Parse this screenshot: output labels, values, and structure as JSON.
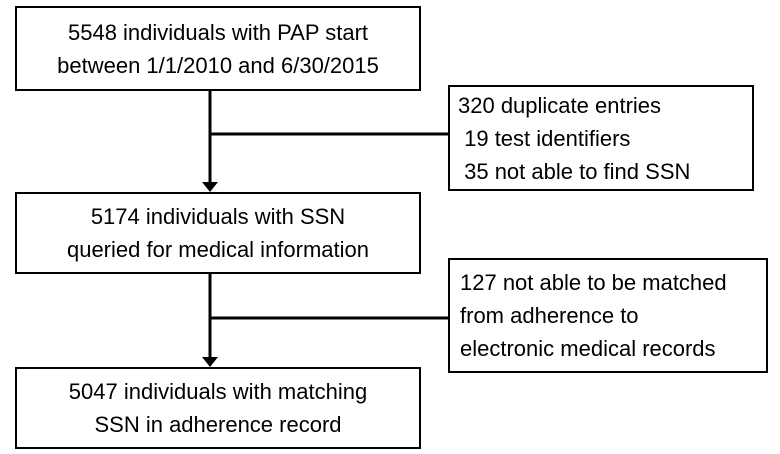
{
  "flowchart": {
    "main_boxes": [
      {
        "lines": [
          "5548 individuals with PAP start",
          "between 1/1/2010 and 6/30/2015"
        ]
      },
      {
        "lines": [
          "5174 individuals with SSN",
          "queried for medical information"
        ]
      },
      {
        "lines": [
          "5047 individuals with matching",
          "SSN in adherence record"
        ]
      }
    ],
    "exclusion_boxes": [
      {
        "lines": [
          "320 duplicate entries",
          " 19 test identifiers",
          " 35 not able to find SSN"
        ]
      },
      {
        "lines": [
          "127 not able to be matched",
          "from adherence to",
          "electronic medical records"
        ]
      }
    ]
  },
  "colors": {
    "stroke": "#000000",
    "background": "#ffffff"
  }
}
